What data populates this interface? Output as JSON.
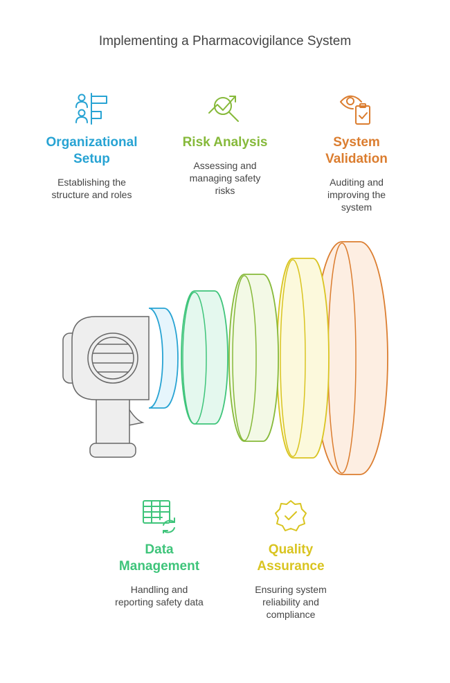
{
  "title": "Implementing a Pharmacovigilance System",
  "colors": {
    "organizational": "#27a3d3",
    "risk": "#86b93a",
    "validation": "#db7d2f",
    "data": "#3ec47a",
    "quality": "#d9c420"
  },
  "items": {
    "organizational": {
      "icon": "org-chart-icon",
      "heading_line1": "Organizational",
      "heading_line2": "Setup",
      "desc_line1": "Establishing the",
      "desc_line2": "structure and roles"
    },
    "risk": {
      "icon": "trend-magnifier-icon",
      "heading_line1": "Risk Analysis",
      "desc_line1": "Assessing and",
      "desc_line2": "managing safety",
      "desc_line3": "risks"
    },
    "validation": {
      "icon": "eye-clipboard-icon",
      "heading_line1": "System",
      "heading_line2": "Validation",
      "desc_line1": "Auditing and",
      "desc_line2": "improving the",
      "desc_line3": "system"
    },
    "data": {
      "icon": "table-sync-icon",
      "heading_line1": "Data",
      "heading_line2": "Management",
      "desc_line1": "Handling and",
      "desc_line2": "reporting safety data"
    },
    "quality": {
      "icon": "badge-check-icon",
      "heading_line1": "Quality",
      "heading_line2": "Assurance",
      "desc_line1": "Ensuring system",
      "desc_line2": "reliability and",
      "desc_line3": "compliance"
    }
  }
}
